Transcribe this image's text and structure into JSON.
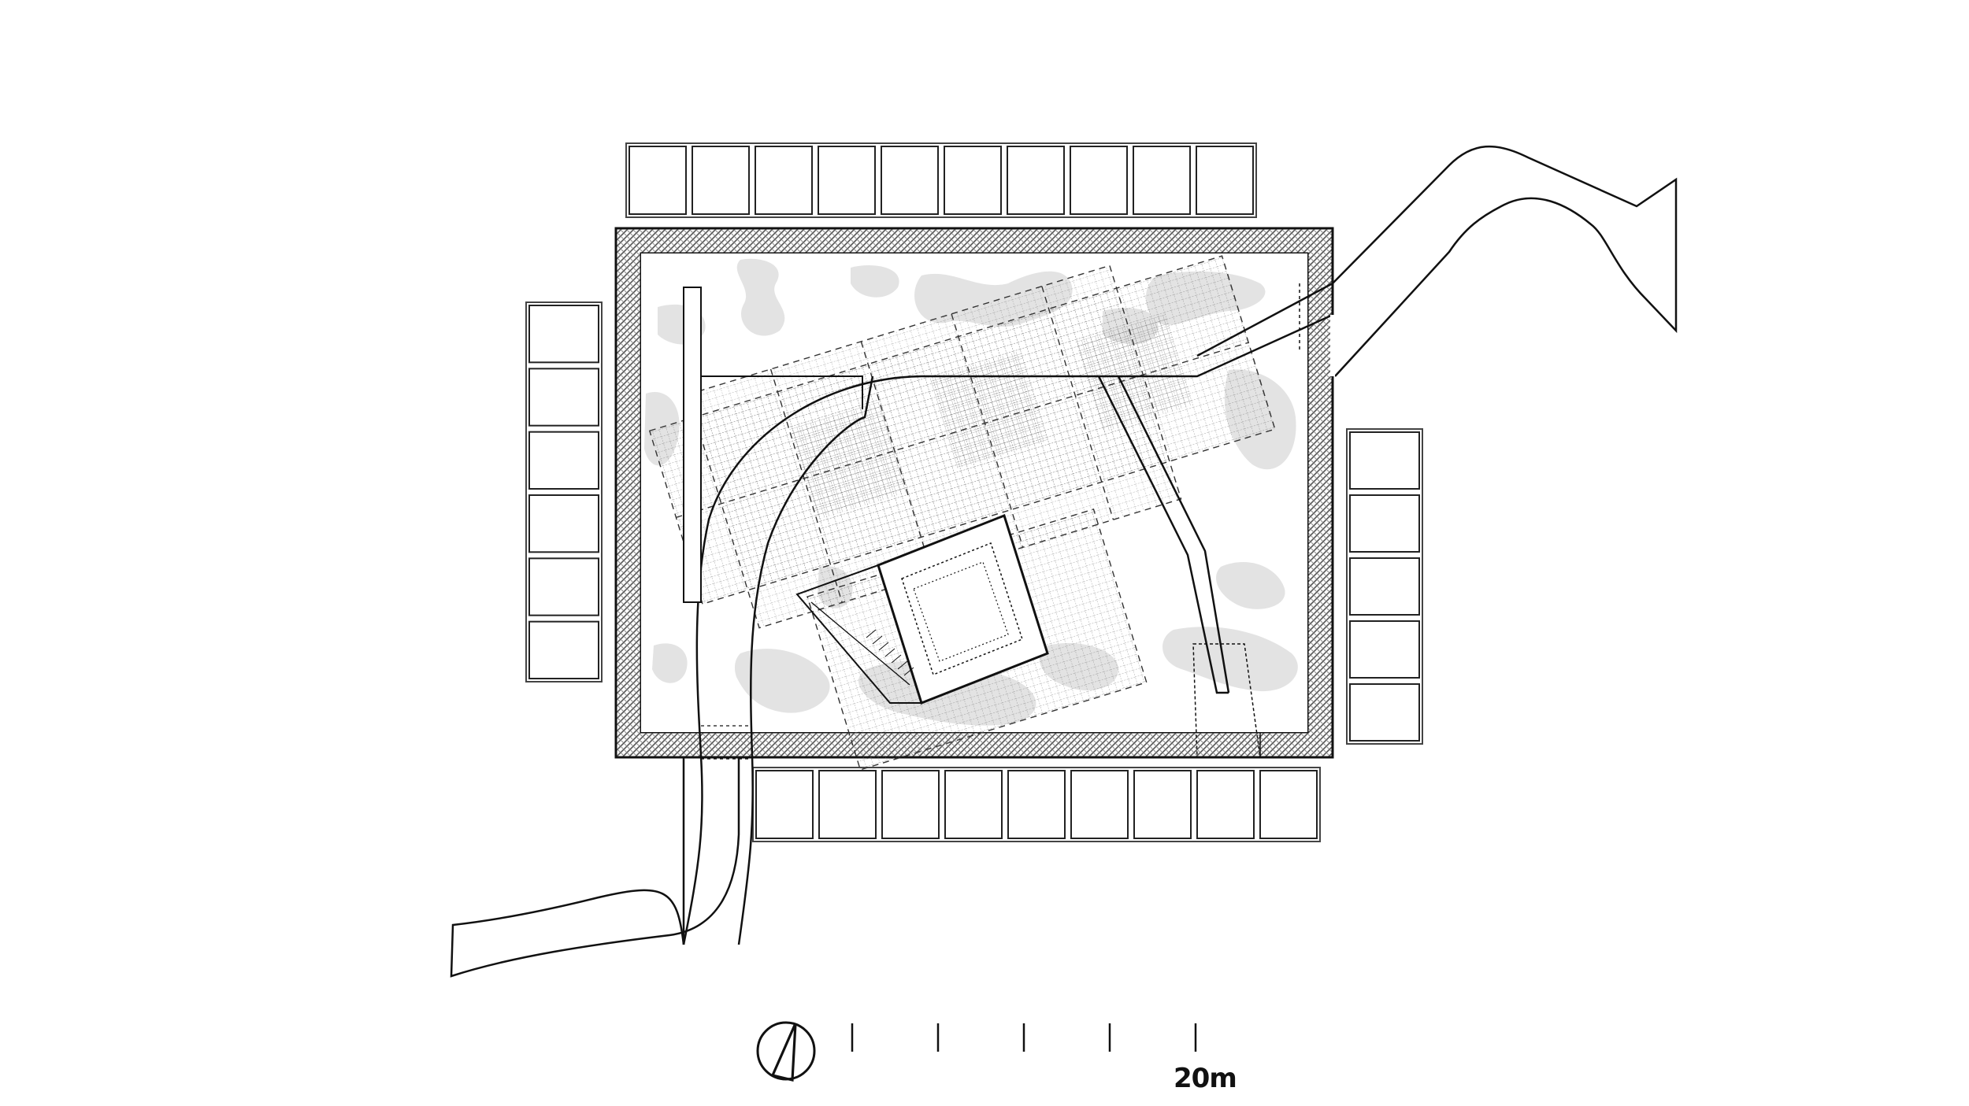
{
  "scale_bar": {
    "label": "20m",
    "segments": 4
  },
  "icons": {
    "north_arrow": "north-arrow-icon"
  },
  "colors": {
    "line": "#1a1a1a",
    "wall_fill": "#9a9a9a",
    "pond_fill": "#e3e3e3",
    "background": "#ffffff"
  },
  "plan": {
    "parking_rows": [
      {
        "side": "north",
        "bays": 10
      },
      {
        "side": "west",
        "bays": 6
      },
      {
        "side": "east",
        "bays": 5
      },
      {
        "side": "south",
        "bays": 9
      }
    ]
  }
}
